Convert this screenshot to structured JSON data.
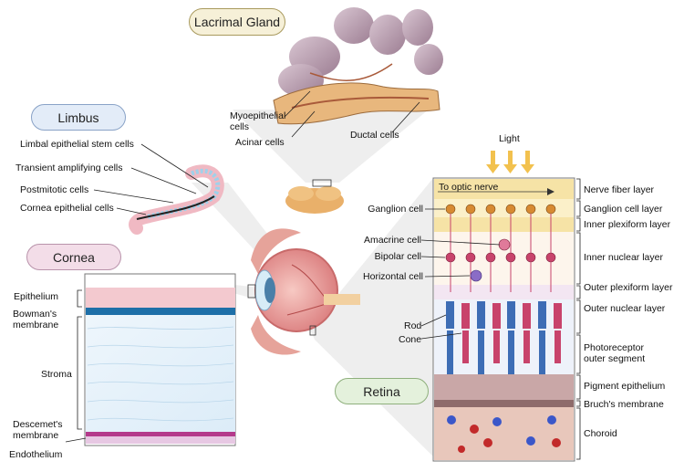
{
  "lacrimal": {
    "title": "Lacrimal Gland",
    "labels": {
      "myoepithelial": "Myoepithelial cells",
      "acinar": "Acinar cells",
      "ductal": "Ductal cells"
    }
  },
  "limbus": {
    "title": "Limbus",
    "labels": [
      "Limbal epithelial stem cells",
      "Transient amplifying cells",
      "Postmitotic cells",
      "Cornea epithelial cells"
    ]
  },
  "cornea": {
    "title": "Cornea",
    "labels": {
      "epithelium": "Epithelium",
      "bowman": "Bowman's membrane",
      "stroma": "Stroma",
      "descemet": "Descemet's membrane",
      "endothelium": "Endothelium"
    }
  },
  "retina": {
    "title": "Retina",
    "light": "Light",
    "optic_nerve": "To optic nerve",
    "left_labels": {
      "ganglion": "Ganglion cell",
      "amacrine": "Amacrine cell",
      "bipolar": "Bipolar cell",
      "horizontal": "Horizontal cell",
      "rod": "Rod",
      "cone": "Cone"
    },
    "layers": [
      "Nerve fiber layer",
      "Ganglion cell layer",
      "Inner plexiform layer",
      "Inner nuclear layer",
      "Outer plexiform layer",
      "Outer nuclear layer",
      "Photoreceptor outer segment",
      "Pigment epithelium",
      "Bruch's membrane",
      "Choroid"
    ]
  },
  "colors": {
    "lacrimal_pill": "#f6f0d8",
    "limbus_pill": "#e3ecf8",
    "cornea_pill": "#f3dde8",
    "retina_pill": "#e4f1dc",
    "rod": "#3d6db5",
    "cone": "#c8436b",
    "nerve_fiber": "#f6e3a6",
    "choroid": "#e8c7bb"
  }
}
